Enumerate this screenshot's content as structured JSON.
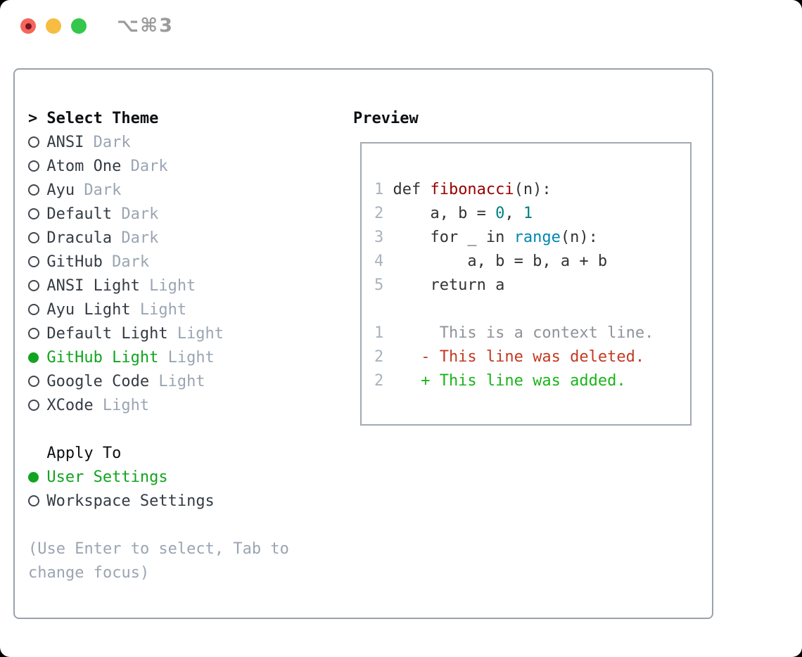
{
  "window": {
    "title": "⌥⌘3"
  },
  "palette": {
    "selected_green": "#11a41f",
    "added_green": "#19b519",
    "deleted_red": "#c23a20",
    "context_gray": "#8f9399",
    "muted_gray": "#9aa5b2",
    "line_number_gray": "#a9b2bd",
    "code_default": "#333333",
    "code_function_red": "#990000",
    "code_number_teal": "#008080",
    "code_builtin_blue": "#0086b3",
    "panel_border": "#9aa2ac",
    "traffic_red": "#f5655c",
    "traffic_yellow": "#f6bd41",
    "traffic_green": "#34c74b"
  },
  "theme_picker": {
    "prompt": ">",
    "title": "Select Theme",
    "items": [
      {
        "name": "ANSI",
        "variant": "Dark",
        "selected": false
      },
      {
        "name": "Atom One",
        "variant": "Dark",
        "selected": false
      },
      {
        "name": "Ayu",
        "variant": "Dark",
        "selected": false
      },
      {
        "name": "Default",
        "variant": "Dark",
        "selected": false
      },
      {
        "name": "Dracula",
        "variant": "Dark",
        "selected": false
      },
      {
        "name": "GitHub",
        "variant": "Dark",
        "selected": false
      },
      {
        "name": "ANSI Light",
        "variant": "Light",
        "selected": false
      },
      {
        "name": "Ayu Light",
        "variant": "Light",
        "selected": false
      },
      {
        "name": "Default Light",
        "variant": "Light",
        "selected": false
      },
      {
        "name": "GitHub Light",
        "variant": "Light",
        "selected": true
      },
      {
        "name": "Google Code",
        "variant": "Light",
        "selected": false
      },
      {
        "name": "XCode",
        "variant": "Light",
        "selected": false
      }
    ],
    "apply_to": {
      "title": "Apply To",
      "options": [
        {
          "label": "User Settings",
          "selected": true
        },
        {
          "label": "Workspace Settings",
          "selected": false
        }
      ]
    },
    "hint_line1": "(Use Enter to select, Tab to",
    "hint_line2": "change focus)"
  },
  "preview": {
    "title": "Preview",
    "code_lines": [
      {
        "num": "1",
        "segments": [
          {
            "text": "def ",
            "color": "#333333"
          },
          {
            "text": "fibonacci",
            "color": "#990000"
          },
          {
            "text": "(n):",
            "color": "#333333"
          }
        ]
      },
      {
        "num": "2",
        "segments": [
          {
            "text": "    a, b = ",
            "color": "#333333"
          },
          {
            "text": "0",
            "color": "#008080"
          },
          {
            "text": ", ",
            "color": "#333333"
          },
          {
            "text": "1",
            "color": "#008080"
          }
        ]
      },
      {
        "num": "3",
        "segments": [
          {
            "text": "    for _ in ",
            "color": "#333333"
          },
          {
            "text": "range",
            "color": "#0086b3"
          },
          {
            "text": "(n):",
            "color": "#333333"
          }
        ]
      },
      {
        "num": "4",
        "segments": [
          {
            "text": "        a, b = b, a + b",
            "color": "#333333"
          }
        ]
      },
      {
        "num": "5",
        "segments": [
          {
            "text": "    return a",
            "color": "#333333"
          }
        ]
      }
    ],
    "diff_lines": [
      {
        "num": "1",
        "segments": [
          {
            "text": "     This is a context line.",
            "color": "#8f9399"
          }
        ]
      },
      {
        "num": "2",
        "segments": [
          {
            "text": "   - This line was deleted.",
            "color": "#c23a20"
          }
        ]
      },
      {
        "num": "2",
        "segments": [
          {
            "text": "   + This line was added.",
            "color": "#19b519"
          }
        ]
      }
    ]
  }
}
